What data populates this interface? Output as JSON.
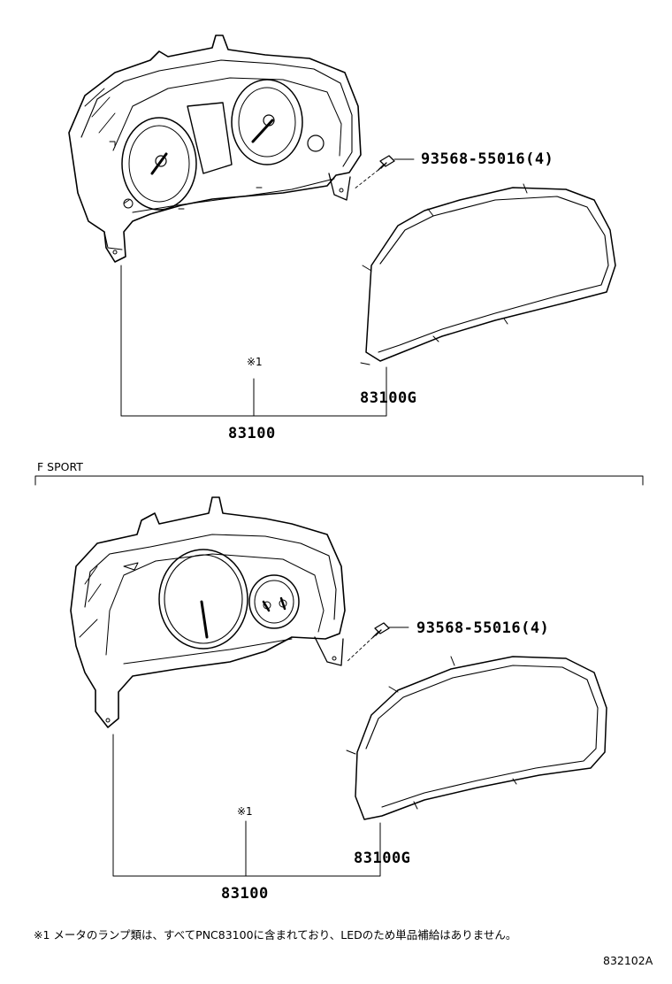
{
  "upper": {
    "screw_part": "93568-55016(4)",
    "lens_part": "83100G",
    "assembly_part": "83100",
    "note_marker": "※1"
  },
  "section": {
    "label": "F SPORT"
  },
  "lower": {
    "screw_part": "93568-55016(4)",
    "lens_part": "83100G",
    "assembly_part": "83100",
    "note_marker": "※1"
  },
  "footnote": "※1 メータのランプ類は、すべてPNC83100に含まれており、LEDのため単品補給はありません。",
  "illustration_id": "832102A"
}
